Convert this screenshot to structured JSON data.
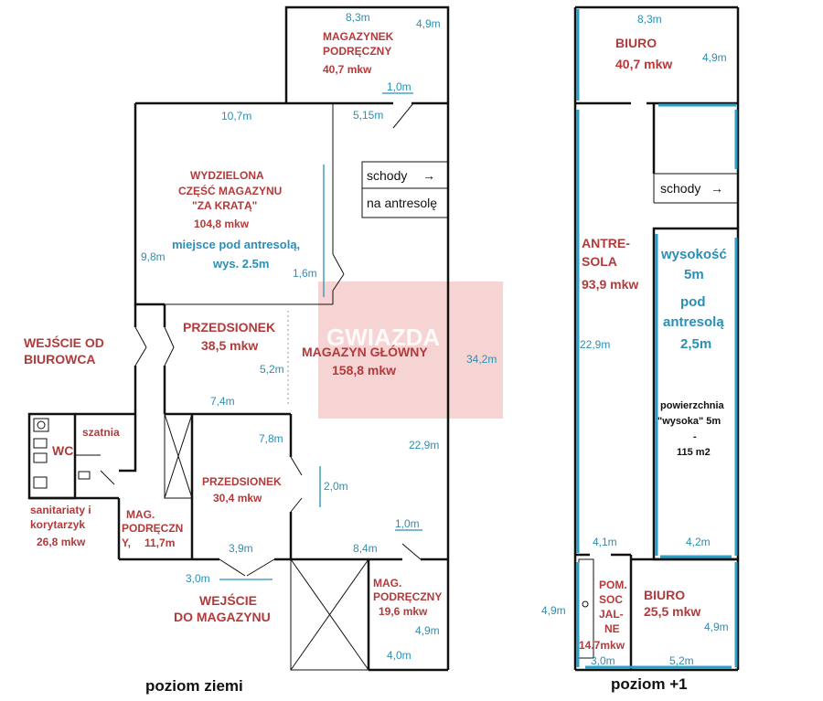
{
  "ground": {
    "magazynek": {
      "l1": "MAGAZYNEK",
      "l2": "PODRĘCZNY",
      "area": "40,7 mkw",
      "d_top": "8,3m",
      "d_right": "4,9m",
      "d_door": "1,0m"
    },
    "krata": {
      "l1": "WYDZIELONA",
      "l2": "CZĘŚĆ MAGAZYNU",
      "l3": "\"ZA KRATĄ\"",
      "area": "104,8 mkw",
      "note1": "miejsce pod antresolą,",
      "note2": "wys. 2.5m",
      "d_top": "10,7m",
      "d_left": "9,8m",
      "d_right": "1,6m"
    },
    "schody": {
      "l1": "schody",
      "arrow": "→",
      "l2": "na antresolę",
      "d_top": "5,15m"
    },
    "wejscie_biurowca": {
      "l1": "WEJŚCIE OD",
      "l2": "BIUROWCA"
    },
    "przedsionek1": {
      "name": "PRZEDSIONEK",
      "area": "38,5 mkw",
      "d_h": "5,2m",
      "d_w": "7,4m"
    },
    "magazyn_glowny": {
      "name": "MAGAZYN GŁÓWNY",
      "area": "158,8 mkw",
      "d_right": "34,2m",
      "d_mid": "22,9m",
      "d_door": "2,0m"
    },
    "watermark": {
      "text": "GWIAZDA"
    },
    "wc": {
      "wc": "WC",
      "szatnia": "szatnia",
      "san1": "sanitariaty i",
      "san2": "korytarzyk",
      "area": "26,8 mkw"
    },
    "mag_small": {
      "l1": "MAG.",
      "l2": "PODRĘCZN",
      "l3": "Y,",
      "area": "11,7m"
    },
    "przedsionek2": {
      "name": "PRZEDSIONEK",
      "area": "30,4 mkw",
      "d_h": "7,8m",
      "d_bottom": "3,9m"
    },
    "wejscie_mag": {
      "l1": "WEJŚCIE",
      "l2": "DO MAGAZYNU",
      "d_door": "3,0m"
    },
    "mag_pod2": {
      "l1": "MAG.",
      "l2": "PODRĘCZNY",
      "area": "19,6 mkw",
      "d_top": "8,4m",
      "d_door": "1,0m",
      "d_right": "4,9m",
      "d_bottom": "4,0m"
    },
    "caption": "poziom ziemi"
  },
  "upper": {
    "biuro1": {
      "name": "BIURO",
      "area": "40,7 mkw",
      "d_top": "8,3m",
      "d_right": "4,9m"
    },
    "schody": {
      "label": "schody",
      "arrow": "→"
    },
    "antresola": {
      "l1": "ANTRE-",
      "l2": "SOLA",
      "area": "93,9 mkw",
      "d_left": "22,9m",
      "d_bottom": "4,1m"
    },
    "wysokosc": {
      "l1": "wysokość",
      "l2": "5m",
      "l3": "pod",
      "l4": "antresolą",
      "l5": "2,5m"
    },
    "powierzchnia": {
      "l1": "powierzchnia",
      "l2": "\"wysoka\" 5m",
      "l3": "-",
      "l4": "115 m2",
      "d_bottom": "4,2m"
    },
    "pom_soc": {
      "l1": "POM.",
      "l2": "SOC",
      "l3": "JAL-",
      "l4": "NE",
      "area": "14.7mkw",
      "d_left": "4,9m",
      "d_bottom": "3,0m"
    },
    "biuro2": {
      "name": "BIURO",
      "area": "25,5 mkw",
      "d_right": "4,9m",
      "d_bottom": "5,2m"
    },
    "caption": "poziom +1"
  }
}
